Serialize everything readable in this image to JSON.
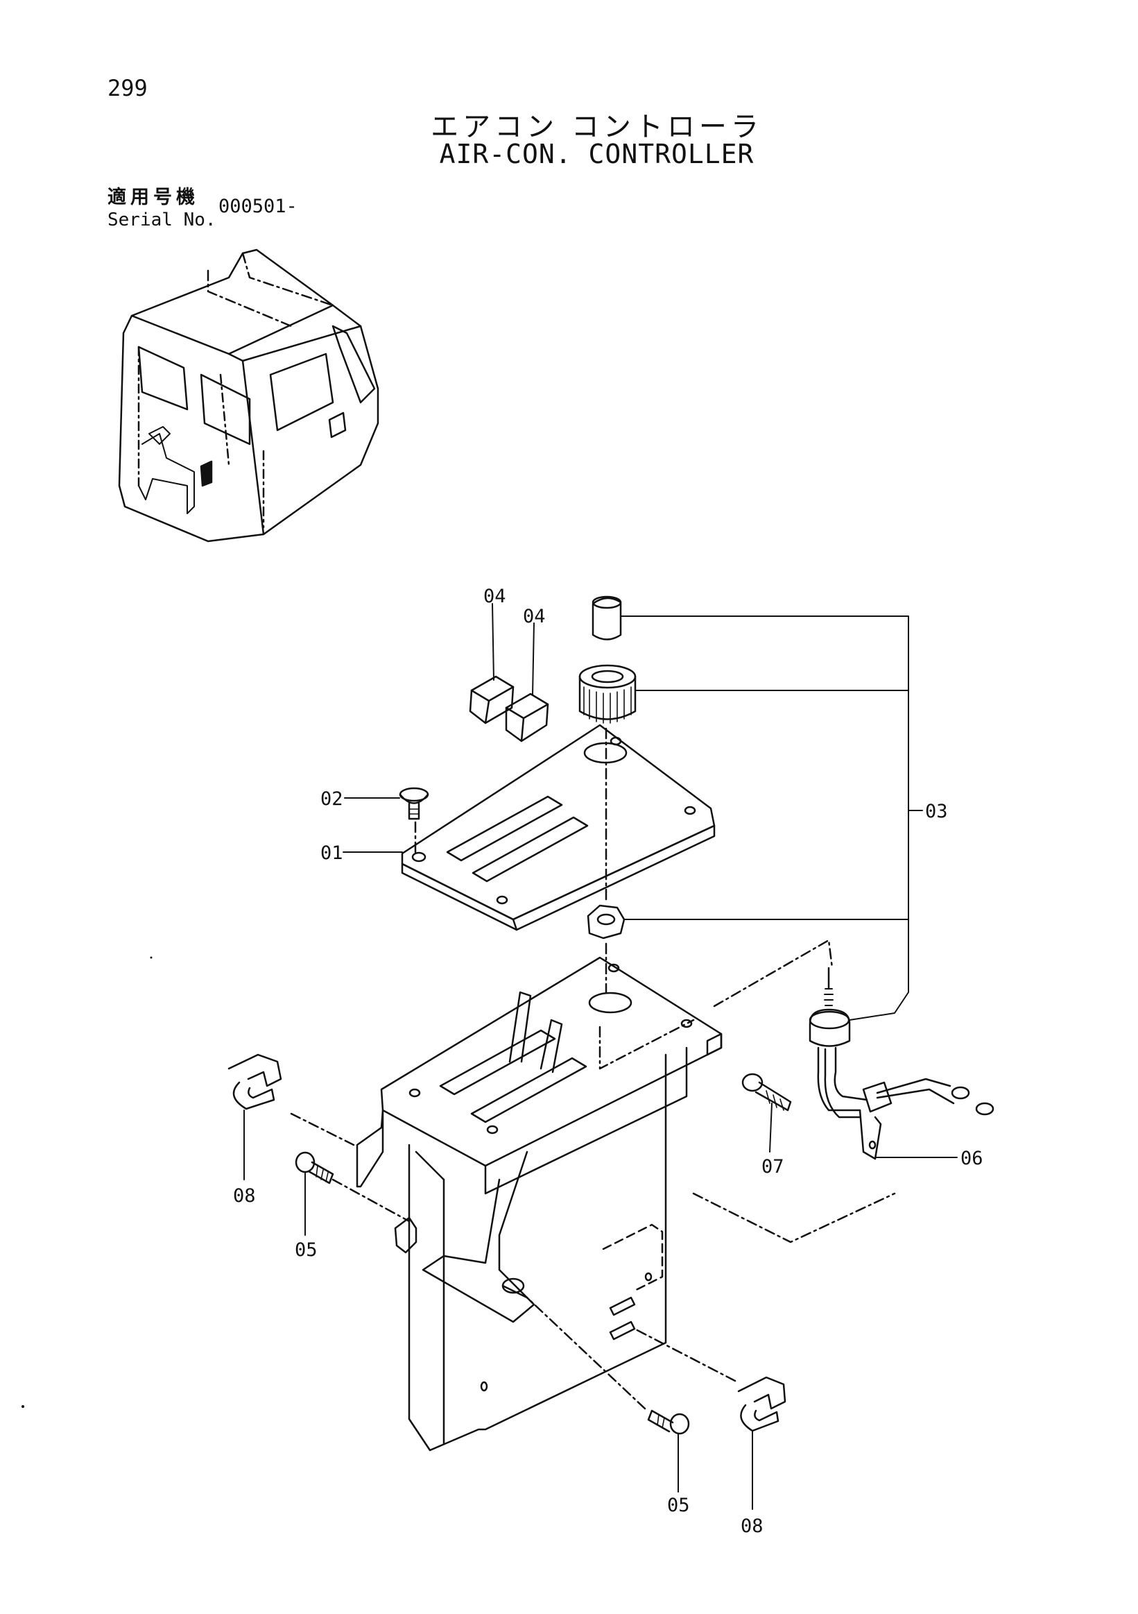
{
  "page": {
    "number": "299",
    "title_ja": "エアコン コントローラ",
    "title_en": "AIR-CON. CONTROLLER"
  },
  "serial": {
    "label_ja": "適用号機",
    "label_en": "Serial No.",
    "value": "000501-"
  },
  "callouts": {
    "c01": "01",
    "c02": "02",
    "c03": "03",
    "c04a": "04",
    "c04b": "04",
    "c05a": "05",
    "c05b": "05",
    "c06": "06",
    "c07": "07",
    "c08a": "08",
    "c08b": "08"
  }
}
